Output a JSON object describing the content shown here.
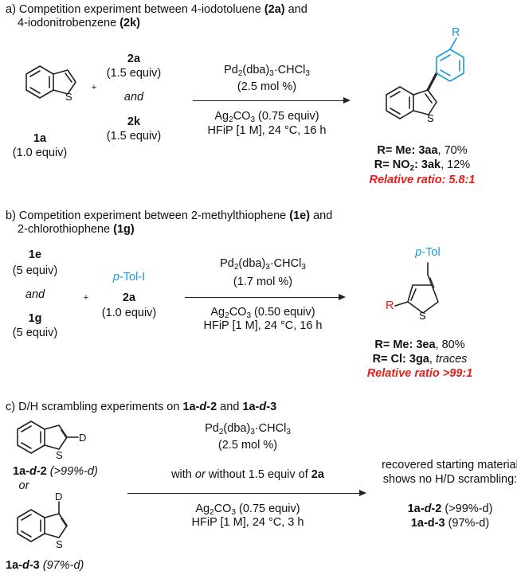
{
  "section_a": {
    "heading_line1": "a) Competition experiment between 4-iodotoluene ",
    "heading_line1_bold": "(2a)",
    "heading_line1_end": " and",
    "heading_line2": "4-iodonitrobenzene ",
    "heading_line2_bold": "(2k)",
    "substrate_label": "1a",
    "substrate_equiv": "(1.0 equiv)",
    "plus": "+",
    "reagent1_label": "2a",
    "reagent1_equiv": "(1.5 equiv)",
    "and": "and",
    "reagent2_label": "2k",
    "reagent2_equiv": "(1.5 equiv)",
    "cond_catalyst": "Pd2(dba)3·CHCl3",
    "cond_loading": "(2.5 mol %)",
    "cond_base": "Ag2CO3 (0.75 equiv)",
    "cond_solvent": "HFiP [1 M], 24 °C, 16 h",
    "product_r_label": "R",
    "result1_bold": "R= Me: 3aa",
    "result1_rest": ", 70%",
    "result2_bold": "R= NO2: 3ak",
    "result2_rest": ", 12%",
    "ratio": "Relative ratio: 5.8:1"
  },
  "section_b": {
    "heading_line1": "b) Competition experiment between 2-methylthiophene ",
    "heading_line1_bold": "(1e)",
    "heading_line1_end": " and",
    "heading_line2": "2-chlorothiophene ",
    "heading_line2_bold": "(1g)",
    "substrate1_label": "1e",
    "substrate1_equiv": "(5 equiv)",
    "and": "and",
    "substrate2_label": "1g",
    "substrate2_equiv": "(5 equiv)",
    "plus": "+",
    "reagent_italic": "p",
    "reagent_name": "-Tol-I",
    "reagent_label": "2a",
    "reagent_equiv": "(1.0 equiv)",
    "cond_catalyst": "Pd2(dba)3·CHCl3",
    "cond_loading": "(1.7 mol %)",
    "cond_base": "Ag2CO3 (0.50 equiv)",
    "cond_solvent": "HFiP [1 M], 24 °C, 16 h",
    "product_tol_italic": "p",
    "product_tol": "-Tol",
    "product_r_label": "R",
    "result1_bold": "R= Me: 3ea",
    "result1_rest": ", 80%",
    "result2_bold": "R= Cl: 3ga",
    "result2_rest": ", traces",
    "ratio": "Relative ratio >99:1"
  },
  "section_c": {
    "heading": "c) D/H scrambling experiments on ",
    "heading_bold1": "1a-d-2",
    "heading_and": " and ",
    "heading_bold2": "1a-d-3",
    "sm1_label": "1a-d-2",
    "sm1_purity": "(>99%-d)",
    "or": "or",
    "sm2_label": "1a-d-3",
    "sm2_purity": "(97%-d)",
    "deuterium": "D",
    "cond_catalyst": "Pd2(dba)3·CHCl3",
    "cond_loading": "(2.5 mol %)",
    "cond_with": "with ",
    "cond_or": "or",
    "cond_without": " without 1.5 equiv of ",
    "cond_with_bold": "2a",
    "cond_base": "Ag2CO3 (0.75 equiv)",
    "cond_solvent": "HFiP [1 M], 24 °C, 3 h",
    "outcome_line1": "recovered starting material",
    "outcome_line2": "shows no H/D scrambling:",
    "outcome_item1_bold": "1a-d-2",
    "outcome_item1_rest": " (>99%-d)",
    "outcome_item2_bold": "1a-d-3",
    "outcome_item2_rest": " (97%-d)"
  },
  "colors": {
    "red": "#e0201b",
    "blue": "#1a9ad6",
    "ink": "#111111"
  }
}
